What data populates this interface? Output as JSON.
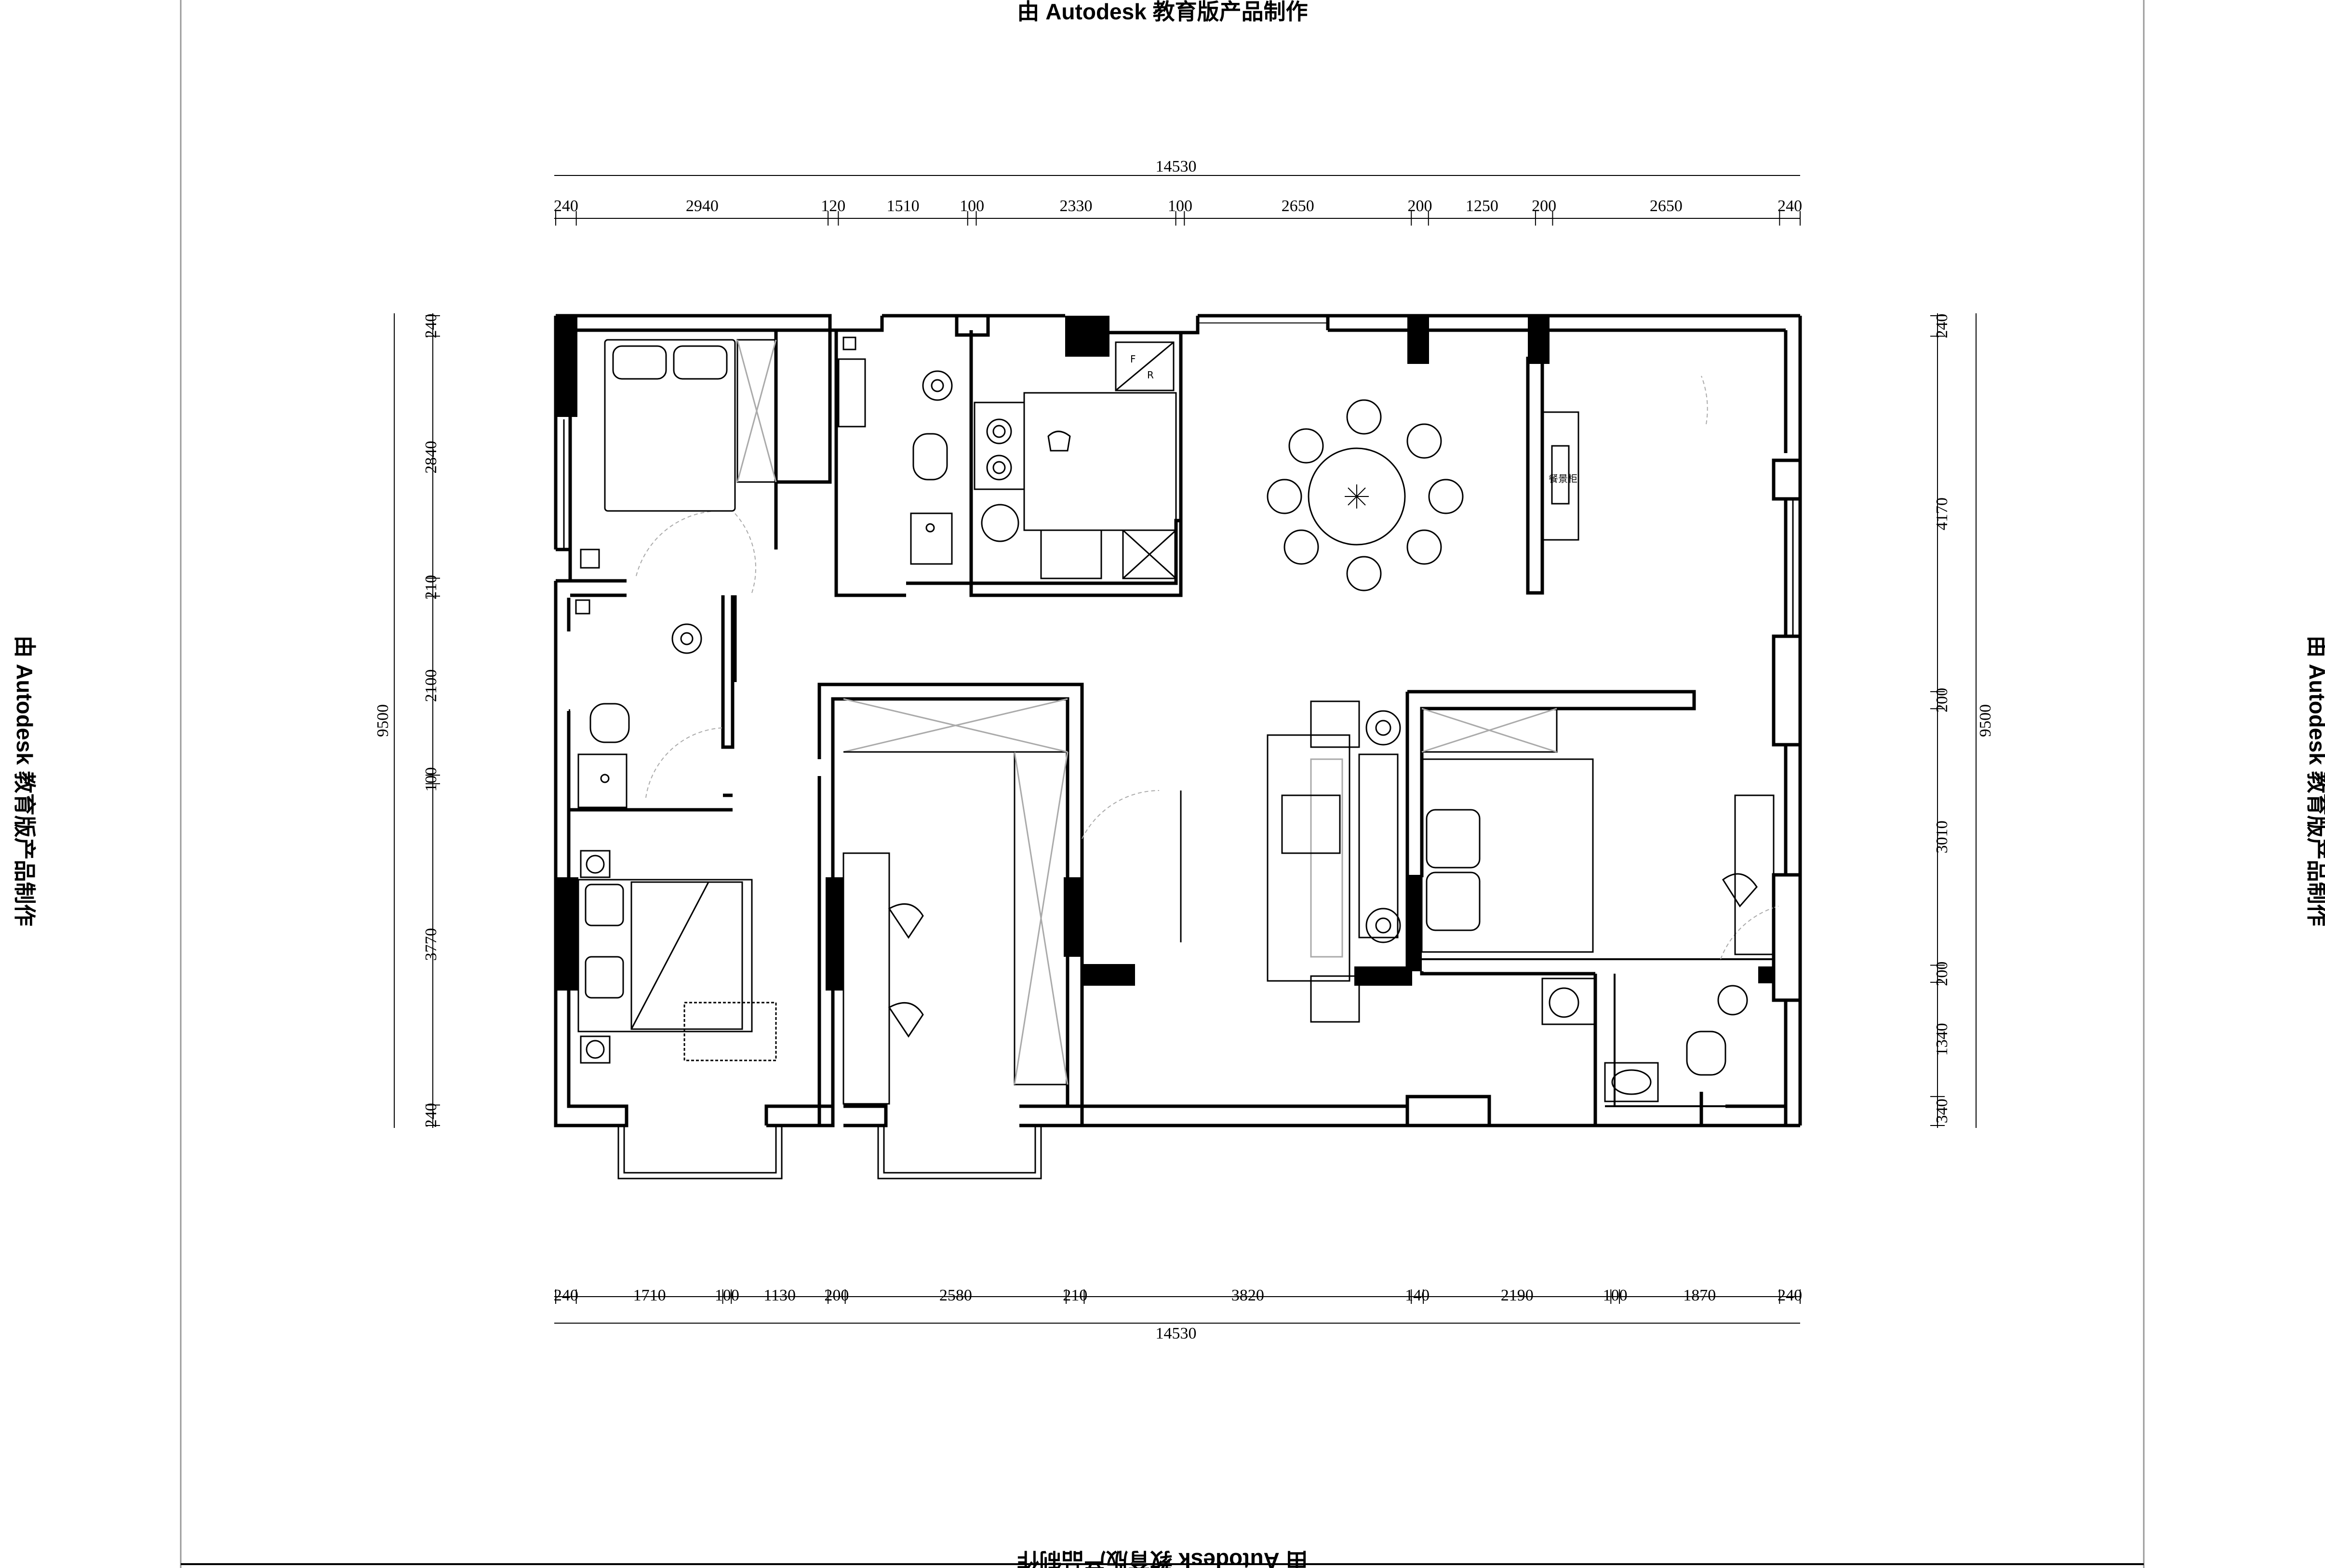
{
  "watermark": {
    "text": "由 Autodesk 教育版产品制作"
  },
  "dimensions": {
    "top_total": "14530",
    "top_segments": [
      "240",
      "2940",
      "120",
      "1510",
      "100",
      "2330",
      "100",
      "2650",
      "200",
      "1250",
      "200",
      "2650",
      "240"
    ],
    "bottom_total": "14530",
    "bottom_segments": [
      "240",
      "1710",
      "100",
      "1130",
      "200",
      "2580",
      "210",
      "3820",
      "140",
      "2190",
      "100",
      "1870",
      "240"
    ],
    "left_total": "9500",
    "left_segments": [
      "240",
      "2840",
      "210",
      "2100",
      "100",
      "3770",
      "240"
    ],
    "right_total": "9500",
    "right_segments": [
      "240",
      "4170",
      "200",
      "3010",
      "200",
      "1340",
      "340"
    ]
  },
  "labels": {
    "fridge_f": "F",
    "fridge_r": "R",
    "display_cabinet": "餐景柜"
  },
  "icons": [
    "bed-icon",
    "toilet-icon",
    "sink-icon",
    "shower-icon",
    "stove-icon",
    "dining-table-icon",
    "chair-icon",
    "sofa-icon",
    "lamp-icon",
    "washing-machine-icon",
    "rug-icon"
  ]
}
